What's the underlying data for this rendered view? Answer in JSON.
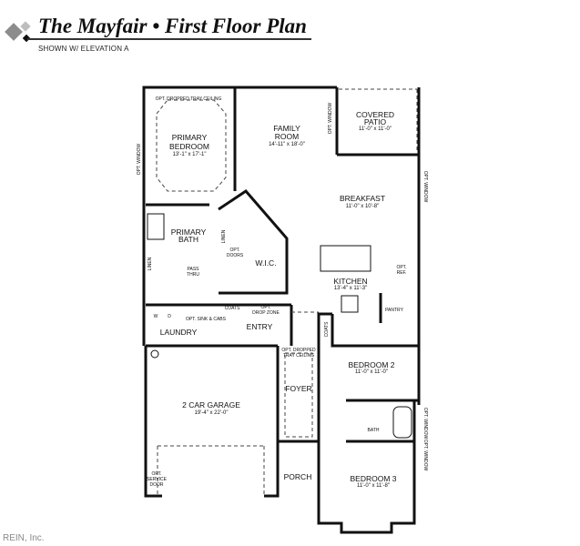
{
  "header": {
    "title": "The Mayfair • First Floor Plan",
    "subtitle": "SHOWN W/ ELEVATION A"
  },
  "watermark": "REIN, Inc.",
  "rooms": [
    {
      "name": "PRIMARY",
      "name2": "BEDROOM",
      "dims": "13'-1\" x 17'-1\""
    },
    {
      "name": "FAMILY",
      "name2": "ROOM",
      "dims": "14'-11\" x 18'-0\""
    },
    {
      "name": "COVERED",
      "name2": "PATIO",
      "dims": "11'-0\" x 11'-0\""
    },
    {
      "name": "BREAKFAST",
      "dims": "11'-0\" x 10'-8\""
    },
    {
      "name": "PRIMARY",
      "name2": "BATH"
    },
    {
      "name": "W.I.C."
    },
    {
      "name": "KITCHEN",
      "dims": "13'-4\" x 11'-3\""
    },
    {
      "name": "LAUNDRY"
    },
    {
      "name": "ENTRY"
    },
    {
      "name": "PANTRY"
    },
    {
      "name": "BEDROOM 2",
      "dims": "11'-0\" x 11'-0\""
    },
    {
      "name": "2 CAR GARAGE",
      "dims": "19'-4\" x 22'-0\""
    },
    {
      "name": "FOYER"
    },
    {
      "name": "BATH"
    },
    {
      "name": "PORCH"
    },
    {
      "name": "BEDROOM 3",
      "dims": "11'-0\" x 11'-8\""
    }
  ],
  "notes": {
    "tray_ceiling": "OPT. DROPPED TRAY CEILING",
    "tray_ceiling_a": "OPT. DROPPED",
    "tray_ceiling_b": "TRAY CEILING",
    "opt_window": "OPT. WINDOW",
    "linen": "LINEN",
    "opt_doors_a": "OPT.",
    "opt_doors_b": "DOORS",
    "pass_a": "PASS",
    "pass_b": "THRU",
    "coats": "COATS",
    "drop_zone_a": "OPT.",
    "drop_zone_b": "DROP ZONE",
    "opt_ref_a": "OPT.",
    "opt_ref_b": "REF.",
    "washer": "W",
    "dryer": "D",
    "service_a": "OPT.",
    "service_b": "SERVICE",
    "service_c": "DOOR",
    "sink": "OPT. SINK & CABS"
  },
  "colors": {
    "wall": "#111111",
    "logo_light": "#bdbdbd",
    "logo_mid": "#8c8c8c",
    "logo_dark": "#111111"
  }
}
